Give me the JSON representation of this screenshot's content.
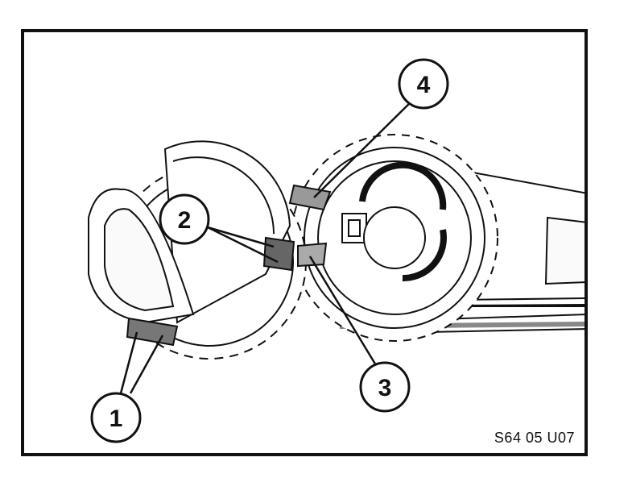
{
  "figure": {
    "code": "S64 05 U07",
    "callouts": [
      {
        "id": "1",
        "label": "1"
      },
      {
        "id": "2",
        "label": "2"
      },
      {
        "id": "3",
        "label": "3"
      },
      {
        "id": "4",
        "label": "4"
      }
    ]
  }
}
